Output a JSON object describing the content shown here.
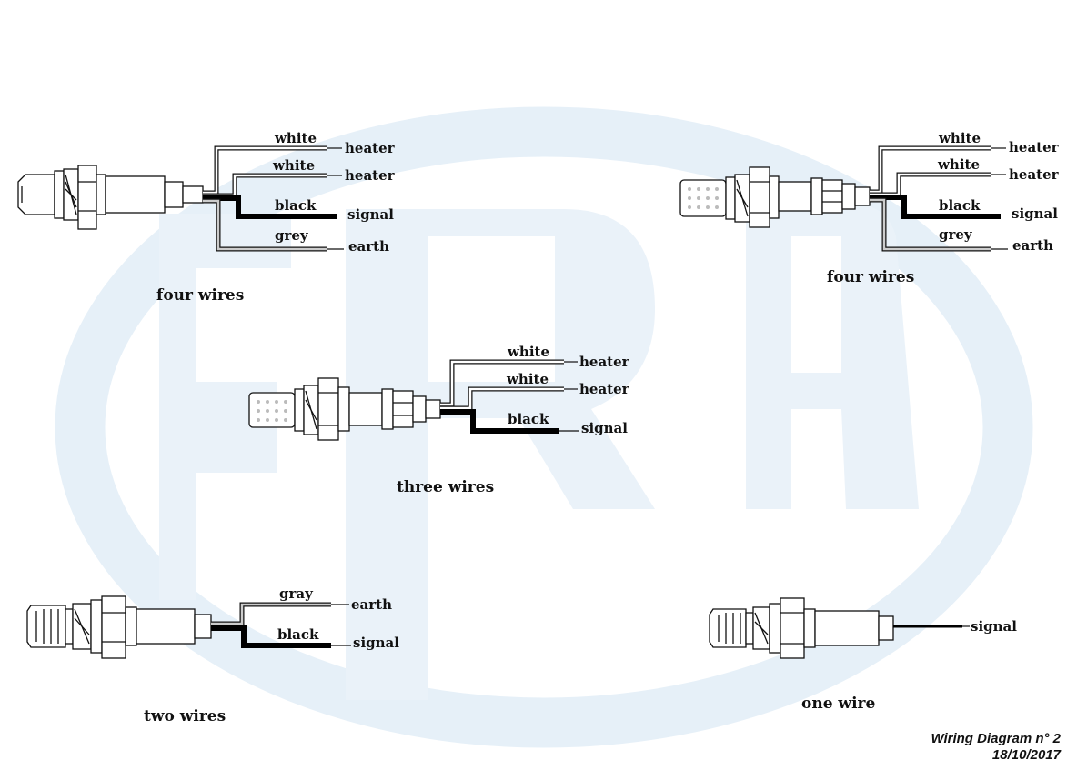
{
  "colors": {
    "watermark": "#e8f1f9",
    "line": "#111111",
    "white_wire": "#ffffff",
    "black_wire": "#000000",
    "grey_wire": "#bbbbbb"
  },
  "diagrams": {
    "four_a": {
      "caption": "four wires",
      "wires": [
        {
          "color": "white",
          "terminal": "heater"
        },
        {
          "color": "white",
          "terminal": "heater"
        },
        {
          "color": "black",
          "terminal": "signal"
        },
        {
          "color": "grey",
          "terminal": "earth"
        }
      ]
    },
    "four_b": {
      "caption": "four wires",
      "wires": [
        {
          "color": "white",
          "terminal": "heater"
        },
        {
          "color": "white",
          "terminal": "heater"
        },
        {
          "color": "black",
          "terminal": "signal"
        },
        {
          "color": "grey",
          "terminal": "earth"
        }
      ]
    },
    "three": {
      "caption": "three wires",
      "wires": [
        {
          "color": "white",
          "terminal": "heater"
        },
        {
          "color": "white",
          "terminal": "heater"
        },
        {
          "color": "black",
          "terminal": "signal"
        }
      ]
    },
    "two": {
      "caption": "two wires",
      "wires": [
        {
          "color": "gray",
          "terminal": "earth"
        },
        {
          "color": "black",
          "terminal": "signal"
        }
      ]
    },
    "one": {
      "caption": "one wire",
      "wires": [
        {
          "color": "",
          "terminal": "signal"
        }
      ]
    }
  },
  "footer": {
    "title": "Wiring Diagram n° 2",
    "date": "18/10/2017"
  }
}
